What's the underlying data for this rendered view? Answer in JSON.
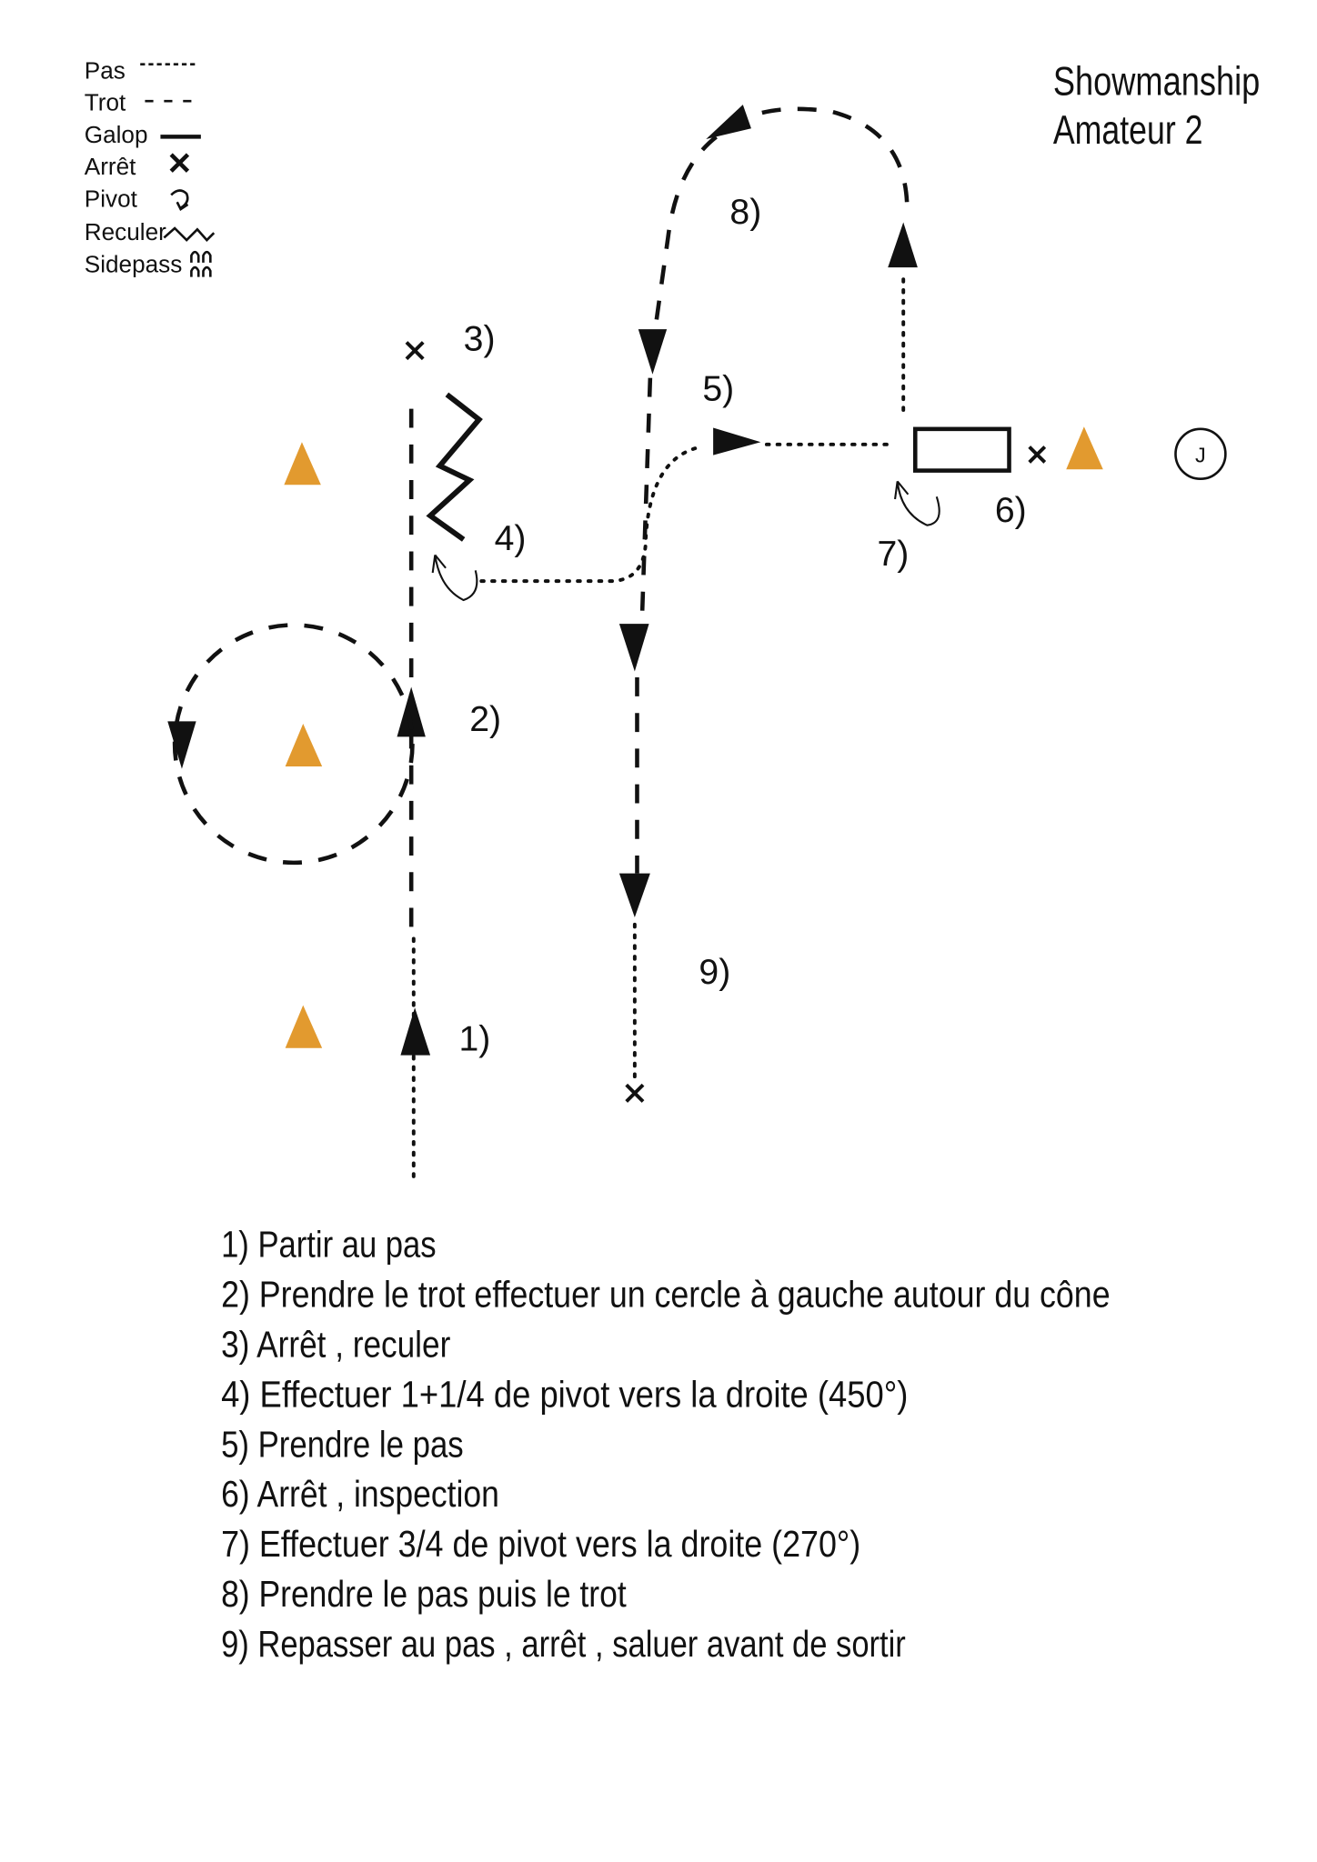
{
  "title": {
    "line1": "Showmanship",
    "line2": "Amateur 2"
  },
  "legend": [
    {
      "label": "Pas",
      "symbol": "dotted-line"
    },
    {
      "label": "Trot",
      "symbol": "dashed-line"
    },
    {
      "label": "Galop",
      "symbol": "solid-line"
    },
    {
      "label": "Arrêt",
      "symbol": "x-mark"
    },
    {
      "label": "Pivot",
      "symbol": "pivot-curl"
    },
    {
      "label": "Reculer",
      "symbol": "zigzag"
    },
    {
      "label": "Sidepass",
      "symbol": "sidepass-arches"
    }
  ],
  "judge": "J",
  "cone_color": "#E29A2F",
  "step_labels": [
    "1)",
    "2)",
    "3)",
    "4)",
    "5)",
    "6)",
    "7)",
    "8)",
    "9)"
  ],
  "instructions": [
    "1) Partir au pas",
    "2) Prendre le trot  effectuer un cercle à gauche autour du cône",
    "3) Arrêt , reculer",
    "4) Effectuer 1+1/4 de pivot vers la droite (450°)",
    "5) Prendre le pas",
    "6) Arrêt , inspection",
    "7) Effectuer 3/4 de pivot vers la droite (270°)",
    "8) Prendre le pas puis le trot",
    "9) Repasser au pas , arrêt , saluer avant de sortir"
  ]
}
